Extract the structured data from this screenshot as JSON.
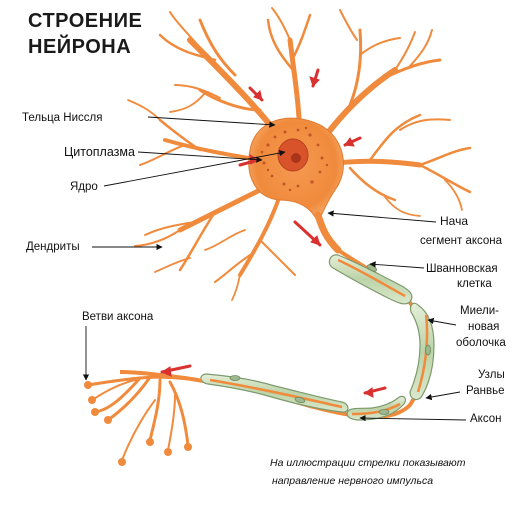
{
  "title": {
    "line1": "СТРОЕНИЕ",
    "line2": "НЕЙРОНА"
  },
  "labels": {
    "nissl_bodies": "Тельца Ниссля",
    "cytoplasm": "Цитоплазма",
    "nucleus": "Ядро",
    "dendrites": "Дендриты",
    "axon_branches": "Ветви аксона",
    "initial_segment_line1": "Нача",
    "initial_segment_line2": "сегмент аксона",
    "schwann_line1": "Шванновская",
    "schwann_line2": "клетка",
    "myelin_line1": "Миели-",
    "myelin_line2": "новая",
    "myelin_line3": "оболочка",
    "ranvier_line1": "Узлы",
    "ranvier_line2": "Ранвье",
    "axon": "Аксон"
  },
  "note": {
    "line1": "На иллюстрации стрелки показывают",
    "line2": "направление нервного импульса"
  },
  "colors": {
    "neuron": "#f08a3c",
    "neuron_light": "#f6b477",
    "nucleus": "#d9532a",
    "myelin": "#cfe0bf",
    "myelin_edge": "#7d9a6e",
    "arrow": "#d8312f",
    "leader": "#111111"
  }
}
